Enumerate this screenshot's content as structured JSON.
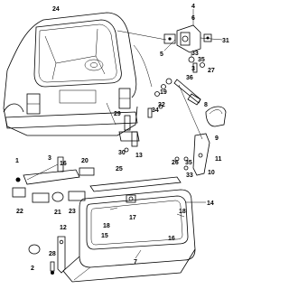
{
  "diagram": {
    "callouts": [
      {
        "id": "c24",
        "text": "24"
      },
      {
        "id": "c4",
        "text": "4"
      },
      {
        "id": "c6",
        "text": "6"
      },
      {
        "id": "c31",
        "text": "31"
      },
      {
        "id": "c5",
        "text": "5"
      },
      {
        "id": "c3",
        "text": "3"
      },
      {
        "id": "c36",
        "text": "36"
      },
      {
        "id": "c27",
        "text": "27"
      },
      {
        "id": "c19",
        "text": "19"
      },
      {
        "id": "c32",
        "text": "32"
      },
      {
        "id": "c34",
        "text": "34"
      },
      {
        "id": "c8",
        "text": "8"
      },
      {
        "id": "c9",
        "text": "9"
      },
      {
        "id": "c11",
        "text": "11"
      },
      {
        "id": "c29",
        "text": "29"
      },
      {
        "id": "c30",
        "text": "30"
      },
      {
        "id": "c13",
        "text": "13"
      },
      {
        "id": "c26",
        "text": "26"
      },
      {
        "id": "c35",
        "text": "35"
      },
      {
        "id": "c33b",
        "text": "33"
      },
      {
        "id": "c10",
        "text": "10"
      },
      {
        "id": "c33a",
        "text": "33"
      },
      {
        "id": "c35a",
        "text": "35"
      },
      {
        "id": "c1",
        "text": "1"
      },
      {
        "id": "c3b",
        "text": "3"
      },
      {
        "id": "c16",
        "text": "16"
      },
      {
        "id": "c20",
        "text": "20"
      },
      {
        "id": "c25",
        "text": "25"
      },
      {
        "id": "c22",
        "text": "22"
      },
      {
        "id": "c21",
        "text": "21"
      },
      {
        "id": "c23",
        "text": "23"
      },
      {
        "id": "c17",
        "text": "17"
      },
      {
        "id": "c14",
        "text": "14"
      },
      {
        "id": "c18a",
        "text": "18"
      },
      {
        "id": "c18b",
        "text": "18"
      },
      {
        "id": "c15",
        "text": "15"
      },
      {
        "id": "c16b",
        "text": "16"
      },
      {
        "id": "c7",
        "text": "7"
      },
      {
        "id": "c2",
        "text": "2"
      },
      {
        "id": "c12",
        "text": "12"
      },
      {
        "id": "c28",
        "text": "28"
      }
    ]
  }
}
